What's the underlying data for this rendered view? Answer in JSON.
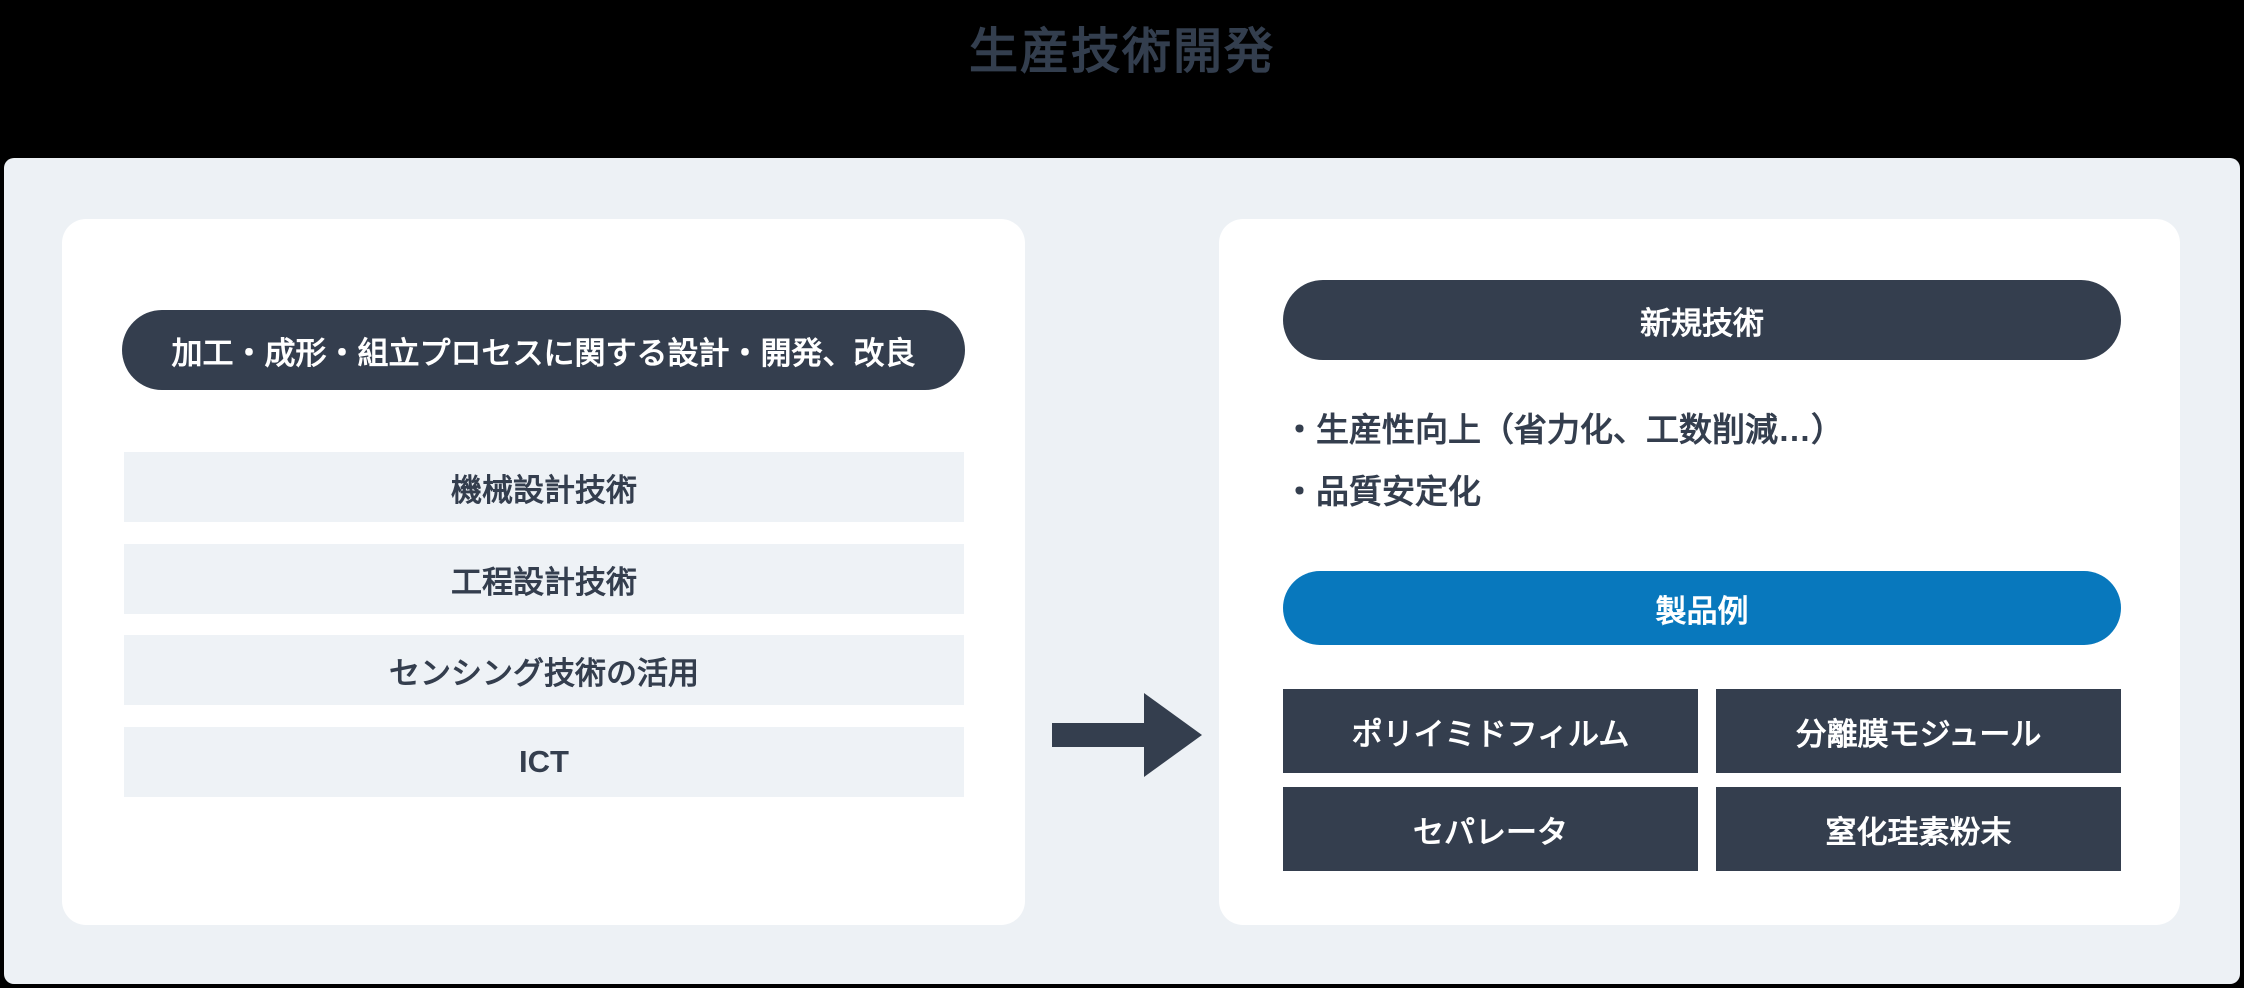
{
  "title": "生産技術開発",
  "colors": {
    "page_bg": "#000000",
    "panel_bg": "#edf1f5",
    "card_bg": "#ffffff",
    "row_bg": "#eef2f6",
    "navy": "#343e4e",
    "blue": "#0878bd",
    "title_color": "#333e4e"
  },
  "left_card": {
    "header": "加工・成形・組立プロセスに関する設計・開発、改良",
    "items": [
      "機械設計技術",
      "工程設計技術",
      "センシング技術の活用",
      "ICT"
    ]
  },
  "arrow": {
    "icon": "right-arrow"
  },
  "right_card": {
    "header": "新規技術",
    "bullets": [
      "・生産性向上（省力化、工数削減…）",
      "・品質安定化"
    ],
    "products_header": "製品例",
    "products": [
      "ポリイミドフィルム",
      "分離膜モジュール",
      "セパレータ",
      "窒化珪素粉末"
    ]
  }
}
